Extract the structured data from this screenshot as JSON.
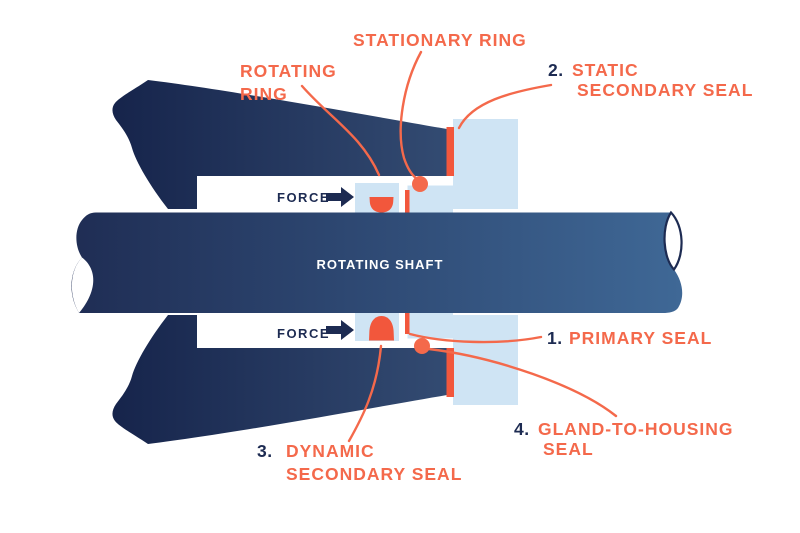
{
  "diagram": {
    "shaft_label": "ROTATING SHAFT",
    "force_label_top": "FORCE",
    "force_label_bottom": "FORCE",
    "labels": {
      "stationary_ring": "STATIONARY RING",
      "rotating_ring_line1": "ROTATING",
      "rotating_ring_line2": "RING",
      "static_secondary_num": "2.",
      "static_secondary_line1": "STATIC",
      "static_secondary_line2": "SECONDARY SEAL",
      "primary_num": "1.",
      "primary_text": "PRIMARY SEAL",
      "dynamic_num": "3.",
      "dynamic_line1": "DYNAMIC",
      "dynamic_line2": "SECONDARY SEAL",
      "gland_num": "4.",
      "gland_line1": "GLAND-TO-HOUSING",
      "gland_line2": "SEAL"
    }
  },
  "colors": {
    "background": "#FFFFFF",
    "navy-text": "#1D2B52",
    "orange-accent": "#F4694B",
    "orange-seal": "#F2573C",
    "light-blue": "#CFE4F4",
    "housing-dark": "#16244B",
    "housing-light": "#334B72",
    "shaft-dark": "#1F2D54",
    "shaft-light": "#3F6896"
  }
}
